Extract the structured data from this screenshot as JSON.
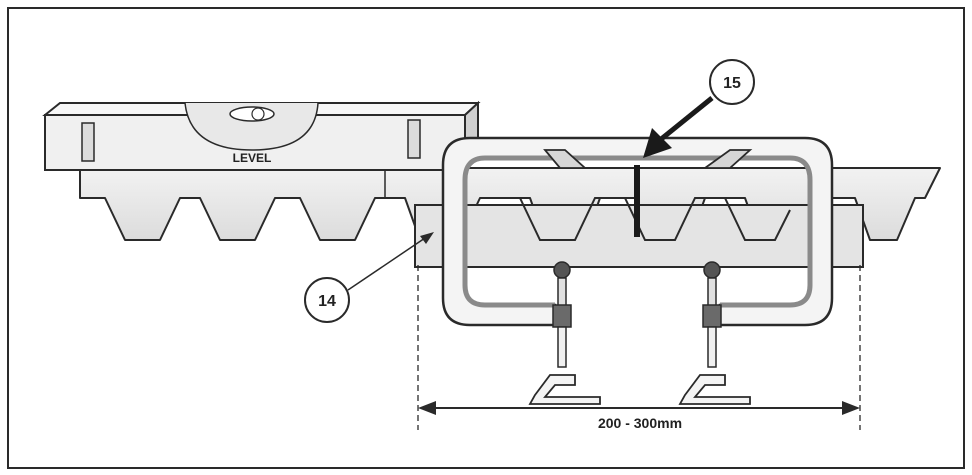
{
  "labels": {
    "level": "LEVEL",
    "callout_14": "14",
    "callout_15": "15",
    "dimension": "200 - 300mm"
  },
  "colors": {
    "line": "#2a2a2a",
    "light_fill": "#ececec",
    "mid_fill": "#d6d6d6",
    "clamp_fill": "#f4f4f4",
    "clamp_inner": "#8a8a8a"
  },
  "icons": [
    "spirit-level",
    "gear-rack",
    "c-clamp",
    "arrow"
  ]
}
